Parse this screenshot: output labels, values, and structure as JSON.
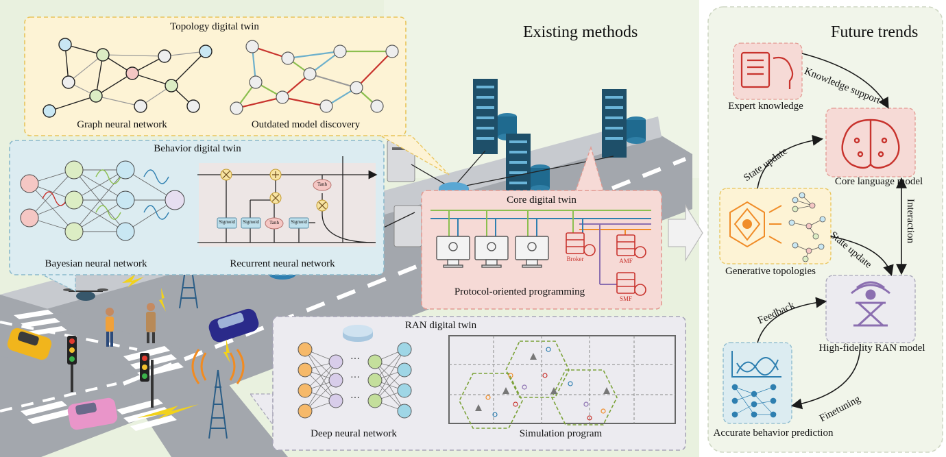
{
  "existing": {
    "heading": "Existing methods",
    "topology": {
      "title": "Topology digital twin",
      "left_caption": "Graph neural network",
      "right_caption": "Outdated model discovery"
    },
    "behavior": {
      "title": "Behavior digital twin",
      "left_caption": "Bayesian neural network",
      "right_caption": "Recurrent neural network",
      "gate_labels": [
        "Sigmoid",
        "Sigmoid",
        "Tanh",
        "Sigmoid",
        "Tanh"
      ]
    },
    "core": {
      "title": "Core digital twin",
      "caption": "Protocol-oriented programming",
      "functions": [
        "Broker",
        "AMF",
        "SMF"
      ]
    },
    "ran": {
      "title": "RAN digital twin",
      "left_caption": "Deep neural network",
      "right_caption": "Simulation program",
      "ellipsis": "···"
    }
  },
  "future": {
    "heading": "Future trends",
    "nodes": {
      "expert": "Expert knowledge",
      "core_model": "Core language model",
      "generative": "Generative topologies",
      "ran_model": "High-fidelity RAN model",
      "behavior": "Accurate behavior prediction"
    },
    "edges": {
      "knowledge": "Knowledge support",
      "state_update_1": "State update",
      "state_update_2": "State update",
      "interaction": "Interaction",
      "feedback": "Feedback",
      "finetuning": "Finetuning"
    }
  },
  "colors": {
    "scene_bg": "#e9f1df",
    "topology_panel": "#fdf3d5",
    "behavior_panel": "#dcecf1",
    "core_panel": "#f6dad6",
    "ran_panel": "#ecebf0",
    "future_panel": "#f1f5ea",
    "road": "#9a9ea6",
    "accent_red": "#c8332d",
    "server": "#1f5f7c"
  }
}
